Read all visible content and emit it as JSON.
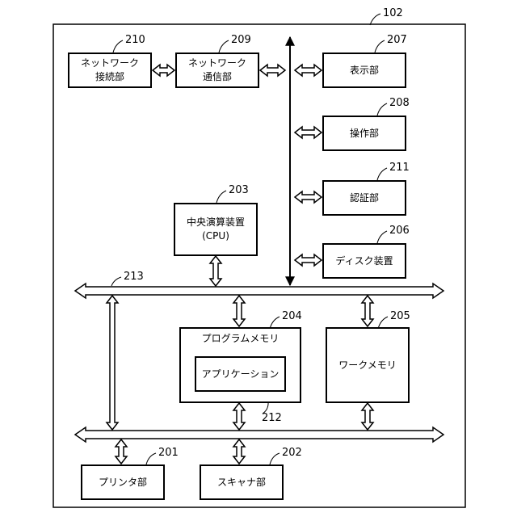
{
  "figure": {
    "device_ref": "102",
    "bus_ref": "213",
    "blocks": {
      "network_connection": {
        "label": "ネットワーク\n接続部",
        "ref": "210"
      },
      "network_communication": {
        "label": "ネットワーク\n通信部",
        "ref": "209"
      },
      "display": {
        "label": "表示部",
        "ref": "207"
      },
      "operation": {
        "label": "操作部",
        "ref": "208"
      },
      "authentication": {
        "label": "認証部",
        "ref": "211"
      },
      "cpu": {
        "label": "中央演算装置\n(CPU)",
        "ref": "203"
      },
      "disk": {
        "label": "ディスク装置",
        "ref": "206"
      },
      "program_memory": {
        "label": "プログラムメモリ",
        "ref": "204"
      },
      "application": {
        "label": "アプリケーション",
        "ref": "212"
      },
      "work_memory": {
        "label": "ワークメモリ",
        "ref": "205"
      },
      "printer": {
        "label": "プリンタ部",
        "ref": "201"
      },
      "scanner": {
        "label": "スキャナ部",
        "ref": "202"
      }
    }
  }
}
